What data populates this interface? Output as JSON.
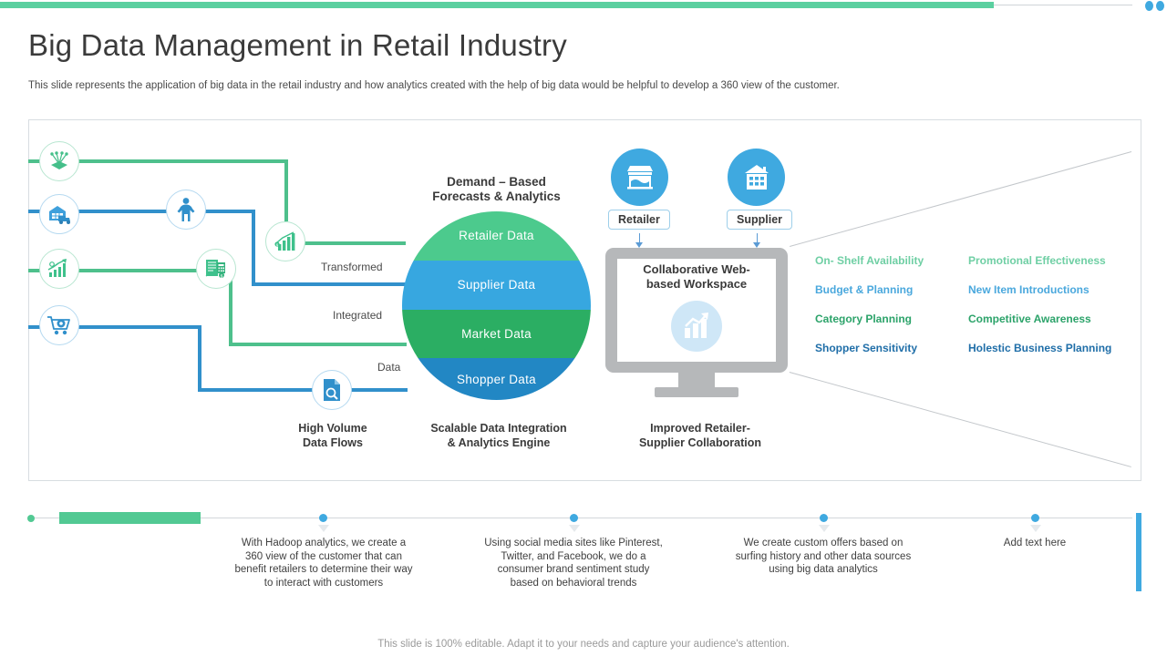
{
  "header": {
    "title": "Big Data Management in Retail Industry",
    "subtitle": "This slide represents the application of big data in the retail industry and how analytics created with the help of big data would be helpful to develop a 360 view of the customer."
  },
  "diagram": {
    "flow_labels": [
      "Transformed",
      "Integrated",
      "Data"
    ],
    "engine": {
      "title_line1": "Demand – Based",
      "title_line2": "Forecasts & Analytics",
      "bands": [
        {
          "label": "Retailer Data",
          "color": "#4cca8d"
        },
        {
          "label": "Supplier Data",
          "color": "#37a7e0"
        },
        {
          "label": "Market Data",
          "color": "#2bae63"
        },
        {
          "label": "Shopper Data",
          "color": "#2287c4"
        }
      ]
    },
    "captions": [
      {
        "line1": "High Volume",
        "line2": "Data Flows"
      },
      {
        "line1": "Scalable Data Integration",
        "line2": "& Analytics Engine"
      },
      {
        "line1": "Improved Retailer-",
        "line2": "Supplier Collaboration"
      }
    ],
    "actors": [
      {
        "label": "Retailer",
        "icon": "storefront-icon"
      },
      {
        "label": "Supplier",
        "icon": "warehouse-building-icon"
      }
    ],
    "workspace": {
      "title_line1": "Collaborative Web-",
      "title_line2": "based Workspace"
    },
    "benefits_left": [
      {
        "text": "On- Shelf Availability",
        "color": "#6fcfa4"
      },
      {
        "text": "Budget & Planning",
        "color": "#4aa8dd"
      },
      {
        "text": "Category Planning",
        "color": "#2ca36a"
      },
      {
        "text": "Shopper Sensitivity",
        "color": "#1f6ea8"
      }
    ],
    "benefits_right": [
      {
        "text": "Promotional Effectiveness",
        "color": "#6fcfa4"
      },
      {
        "text": "New Item Introductions",
        "color": "#4aa8dd"
      },
      {
        "text": "Competitive Awareness",
        "color": "#2ca36a"
      },
      {
        "text": "Holestic Business Planning",
        "color": "#1f6ea8"
      }
    ],
    "source_icons": [
      {
        "name": "distribution-network-icon",
        "color": "green"
      },
      {
        "name": "warehouse-truck-icon",
        "color": "blue"
      },
      {
        "name": "growth-chart-icon",
        "color": "green"
      },
      {
        "name": "shopping-cart-icon",
        "color": "blue"
      },
      {
        "name": "person-icon",
        "color": "blue"
      },
      {
        "name": "invoice-report-icon",
        "color": "green"
      },
      {
        "name": "bar-growth-icon",
        "color": "green"
      },
      {
        "name": "document-search-icon",
        "color": "blue"
      }
    ]
  },
  "timeline": {
    "items": [
      {
        "text": "With Hadoop analytics, we create a 360 view of the customer that can benefit retailers to determine their way to interact with customers"
      },
      {
        "text": "Using social media sites like Pinterest, Twitter,  and Facebook, we do a consumer brand sentiment study based on behavioral trends"
      },
      {
        "text": "We create custom offers based on surfing history and other data sources using big data analytics"
      },
      {
        "text": "Add text here"
      }
    ]
  },
  "footer": {
    "note": "This slide is 100% editable. Adapt it to your needs and capture your audience's attention."
  }
}
